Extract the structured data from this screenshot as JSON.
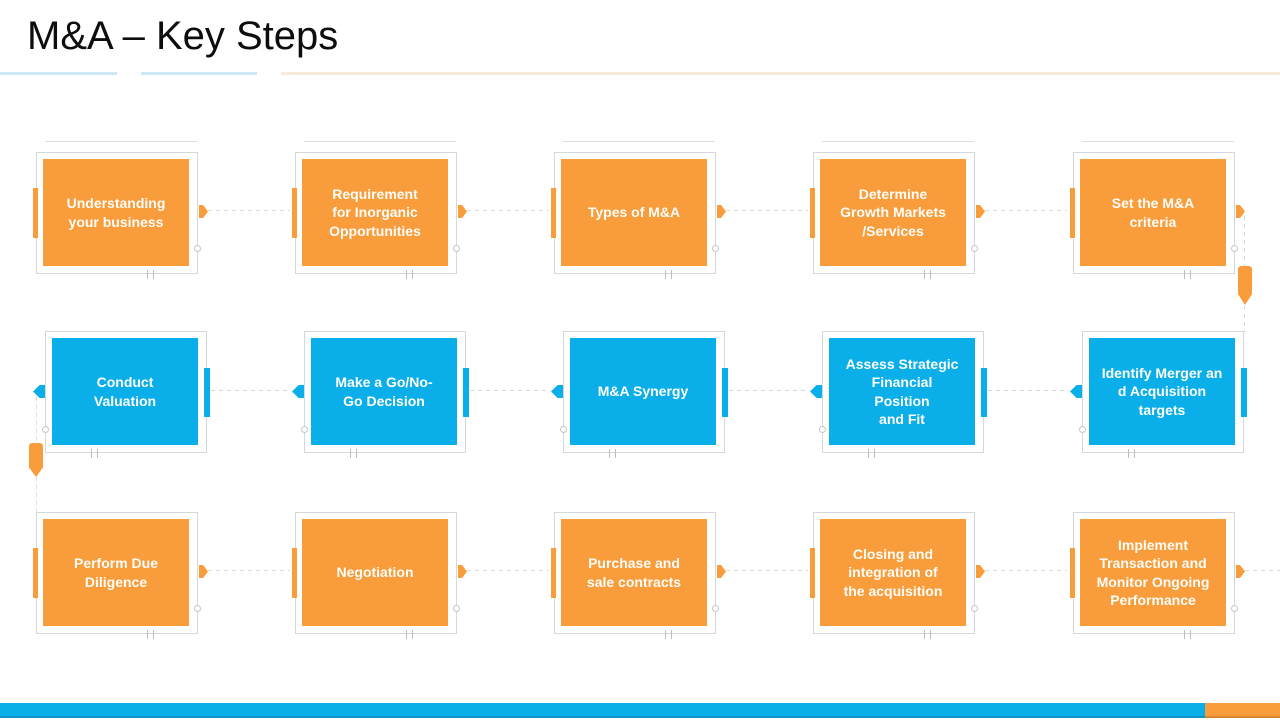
{
  "title": "M&A – Key Steps",
  "colors": {
    "step_orange": "#F99C3C",
    "step_blue": "#0AAFE9",
    "title_text": "#0d0d0d",
    "underline_light_blue": "#cfe8f5",
    "underline_cream": "#f8ecd9",
    "footer_blue": "#0AAFE9",
    "footer_orange": "#F99C3C",
    "connector_gray": "#d9d9d9",
    "box_outline_gray": "#d5d8da"
  },
  "flow": {
    "rows": [
      {
        "name": "Row 1",
        "shape_color": "#F99C3C",
        "flow_direction": "left-to-right",
        "steps": [
          {
            "label": "Understanding\nyour business"
          },
          {
            "label": "Requirement\nfor Inorganic\nOpportunities"
          },
          {
            "label": "Types of M&A"
          },
          {
            "label": "Determine\nGrowth Markets\n/Services"
          },
          {
            "label": "Set the M&A\ncriteria"
          }
        ]
      },
      {
        "name": "Row 2",
        "shape_color": "#0AAFE9",
        "flow_direction": "right-to-left",
        "steps": [
          {
            "label": "Conduct\nValuation"
          },
          {
            "label": "Make a Go/No-\nGo Decision"
          },
          {
            "label": "M&A Synergy"
          },
          {
            "label": "Assess Strategic\nFinancial\nPosition\nand Fit"
          },
          {
            "label": "Identify Merger an\nd Acquisition\ntargets"
          }
        ]
      },
      {
        "name": "Row 3",
        "shape_color": "#F99C3C",
        "flow_direction": "left-to-right",
        "steps": [
          {
            "label": "Perform Due\nDiligence"
          },
          {
            "label": "Negotiation"
          },
          {
            "label": "Purchase and\nsale contracts"
          },
          {
            "label": "Closing and\nintegration of\nthe acquisition"
          },
          {
            "label": "Implement\nTransaction and\nMonitor Ongoing\nPerformance"
          }
        ]
      }
    ]
  }
}
